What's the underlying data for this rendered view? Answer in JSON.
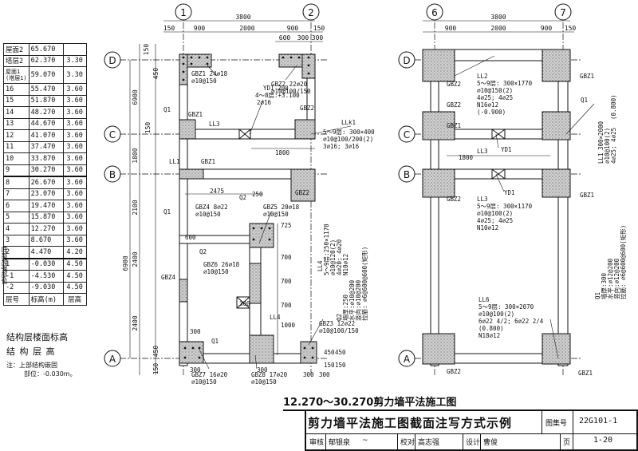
{
  "axes": {
    "c1": "1",
    "c2": "2",
    "c6": "6",
    "c7": "7",
    "rD": "D",
    "rC": "C",
    "rB": "B",
    "rA": "A"
  },
  "dims_top_left": {
    "total": "3800",
    "a": "150",
    "b": "900",
    "c": "2000",
    "d": "900",
    "e": "150",
    "f": "600",
    "g": "300",
    "h": "300"
  },
  "dims_top_right": {
    "total": "3800",
    "a": "900",
    "b": "2000",
    "c": "900",
    "d": "150"
  },
  "dims_left": {
    "d1": "150",
    "d2": "450",
    "d3": "6900",
    "d4": "150",
    "d5": "1800",
    "d6": "2100",
    "d7": "6900",
    "d8": "2400",
    "d9": "2400",
    "d10": "450",
    "d11": "150"
  },
  "storey_table": {
    "rows": [
      {
        "floor": "屋面2",
        "elev": "65.670",
        "h": ""
      },
      {
        "floor": "塔层2",
        "elev": "62.370",
        "h": "3.30"
      },
      {
        "floor": "屋面1\n(塔层1)",
        "elev": "59.070",
        "h": "3.30"
      },
      {
        "floor": "16",
        "elev": "55.470",
        "h": "3.60"
      },
      {
        "floor": "15",
        "elev": "51.870",
        "h": "3.60"
      },
      {
        "floor": "14",
        "elev": "48.270",
        "h": "3.60"
      },
      {
        "floor": "13",
        "elev": "44.670",
        "h": "3.60"
      },
      {
        "floor": "12",
        "elev": "41.070",
        "h": "3.60"
      },
      {
        "floor": "11",
        "elev": "37.470",
        "h": "3.60"
      },
      {
        "floor": "10",
        "elev": "33.870",
        "h": "3.60"
      },
      {
        "floor": "9",
        "elev": "30.270",
        "h": "3.60"
      },
      {
        "floor": "8",
        "elev": "26.670",
        "h": "3.60"
      },
      {
        "floor": "7",
        "elev": "23.070",
        "h": "3.60"
      },
      {
        "floor": "6",
        "elev": "19.470",
        "h": "3.60"
      },
      {
        "floor": "5",
        "elev": "15.870",
        "h": "3.60"
      },
      {
        "floor": "4",
        "elev": "12.270",
        "h": "3.60"
      },
      {
        "floor": "3",
        "elev": "8.670",
        "h": "3.60"
      },
      {
        "floor": "2",
        "elev": "4.470",
        "h": "4.20"
      },
      {
        "floor": "1",
        "elev": "-0.030",
        "h": "4.50"
      },
      {
        "floor": "-1",
        "elev": "-4.530",
        "h": "4.50"
      },
      {
        "floor": "-2",
        "elev": "-9.030",
        "h": "4.50"
      },
      {
        "floor": "层号",
        "elev": "标高(m)",
        "h": "层高"
      }
    ],
    "side_label": "底部加强部位",
    "legend1": "结构层楼面标高",
    "legend2": "结 构 层 高",
    "note": "注：上部结构嵌固",
    "note2": "部位：-0.030m。"
  },
  "labels_left": {
    "gbz1_d": "GBZ1  24⌀18",
    "gbz1_d2": "⌀10@150",
    "gbz2_d": "GBZ2  22⌀20",
    "gbz2_d2": "⌀10@100/150",
    "yd1": "YD1  200",
    "yd1b": "4～8层:+3.100",
    "yd1c": "2⌀16",
    "gbz2_c": "GBZ2",
    "gbz1_c": "GBZ1",
    "ll3": "LL3",
    "llk1": "LLk1",
    "llk1b": "5～9层: 300×400",
    "llk1c": "⌀10@100/200(2)",
    "llk1d": "3⌀16; 3⌀16",
    "d1800": "1800",
    "ll1": "LL1",
    "gbz1_b": "GBZ1",
    "gbz2_b": "GBZ2",
    "q1": "Q1",
    "q1b": "Q1",
    "q1c": "Q1",
    "q2": "Q2",
    "q2b": "Q2",
    "d2475": "2475",
    "d250": "250",
    "gbz4": "GBZ4  8⌀22",
    "gbz4b": "⌀10@150",
    "gbz5": "GBZ5  20⌀18",
    "gbz5b": "⌀10@150",
    "d600": "600",
    "d725": "725",
    "gbz6": "GBZ6  26⌀18",
    "gbz6b": "⌀10@150",
    "gbz4_side": "GBZ4",
    "d300a": "300",
    "d300b": "300",
    "d700a": "700",
    "d700b": "700",
    "d700c": "700",
    "d1000": "1000",
    "ll4": "LL4",
    "ll4v1": "LL4",
    "ll4v2": "5～9层:250×1170",
    "ll4v3": "⌀10@120(2)",
    "ll4v4": "4⌀20; 4⌀20",
    "ll4v5": "N10⌀12",
    "q2v1": "Q2",
    "q2v2": "墙厚:250",
    "q2v3": "水平:⌀10@200",
    "q2v4": "竖向:⌀10@200",
    "q2v5": "拉筋: ⌀6@600@600(矩形)",
    "gbz3": "GBZ3  12⌀22",
    "gbz3b": "⌀10@100/150",
    "gbz7": "GBZ7  16⌀20",
    "gbz7b": "⌀10@150",
    "gbz8": "GBZ8  17⌀20",
    "gbz8b": "⌀10@150",
    "d300c": "300",
    "d300d": "300",
    "d300e": "300",
    "d300f": "300",
    "d150a": "150",
    "d450a": "450",
    "d450b": "450",
    "d150b": "150"
  },
  "labels_right": {
    "gbz2a": "GBZ2",
    "gbz1a": "GBZ1",
    "ll2": "LL2",
    "ll2b": "5～9层: 300×1770",
    "ll2c": "⌀10@150(2)",
    "ll2d": "4⌀25; 4⌀25",
    "ll2e": "N16⌀12",
    "ll2f": "(-0.900)",
    "q1": "Q1",
    "gbz2b": "GBZ2",
    "gbz1b": "GBZ1",
    "ll3": "LL3",
    "yd1": "YD1",
    "d1800": "1800",
    "ll1v1": "LL1",
    "ll1v2": "300×2000",
    "ll1v3": "⌀10@100(2)",
    "ll1v4": "4⌀25; 4⌀25",
    "ll1v5": "(0.800)",
    "gbz2c": "GBZ2",
    "gbz1c": "GBZ1",
    "ll3b": "LL3",
    "ll3c": "5～9层: 300×1170",
    "ll3d": "⌀10@100(2)",
    "ll3e": "4⌀25; 4⌀25",
    "ll3f": "N10⌀12",
    "yd1b": "YD1",
    "q1v1": "Q1",
    "q1v2": "墙厚:300",
    "q1v3": "水平:⌀12@200",
    "q1v4": "竖向:⌀12@200",
    "q1v5": "拉筋: ⌀6@600@600(矩形)",
    "ll6": "LL6",
    "ll6b": "5～9层: 300×2070",
    "ll6c": "⌀10@100(2)",
    "ll6d": "6⌀22  4/2; 6⌀22  2/4",
    "ll6e": "(0.800)",
    "ll6f": "N18⌀12",
    "gbz2d": "GBZ2",
    "gbz1d": "GBZ1"
  },
  "drawing_title": "12.270～30.270剪力墙平法施工图",
  "title_block": {
    "title": "剪力墙平法施工图截面注写方式示例",
    "atlas_label": "图集号",
    "atlas_no": "22G101-1",
    "review_label": "审核",
    "reviewer": "郁银泉",
    "check_label": "校对",
    "checker": "高志强",
    "design_label": "设计",
    "designer": "曹俊",
    "page_label": "页",
    "page_no": "1-20"
  }
}
